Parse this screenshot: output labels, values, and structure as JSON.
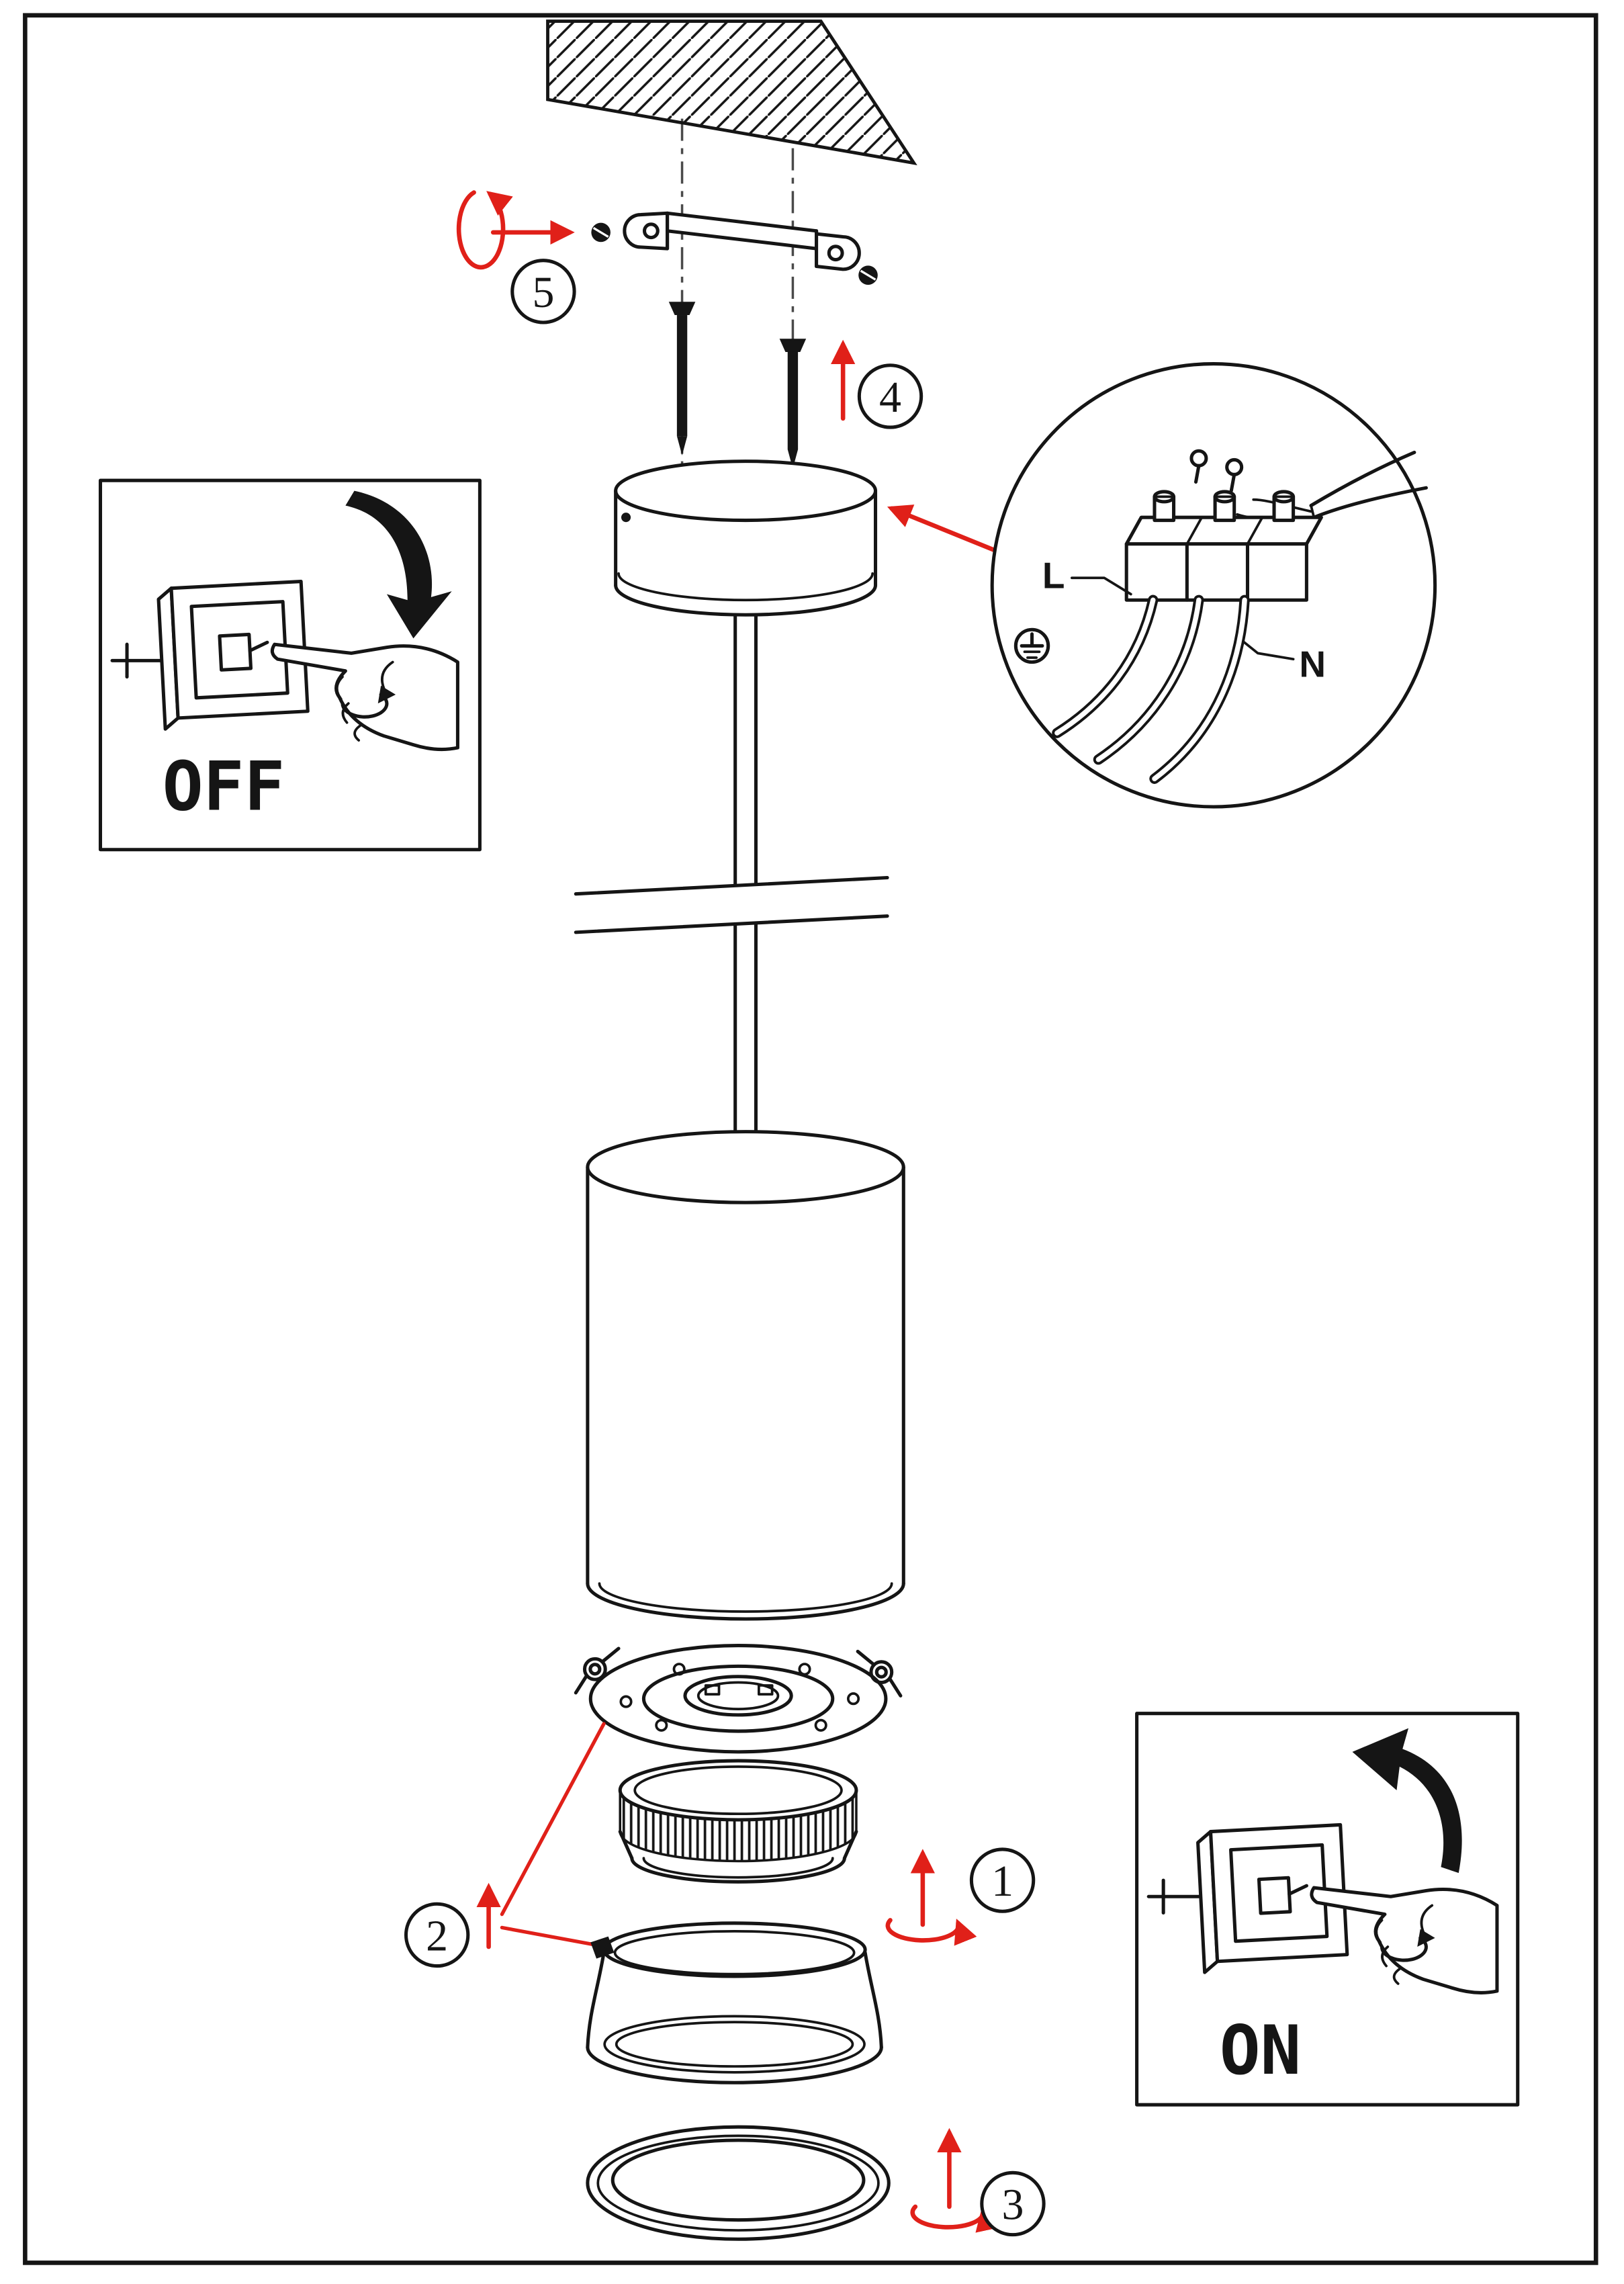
{
  "document": {
    "type": "pendant-light-installation-diagram",
    "colors": {
      "accent_red": "#e02019",
      "ink": "#151515",
      "paper": "#ffffff"
    }
  },
  "labels": {
    "power_off": "OFF",
    "power_on": "ON",
    "wire_live": "L",
    "wire_neutral": "N"
  },
  "steps": [
    {
      "label": "1"
    },
    {
      "label": "2"
    },
    {
      "label": "3"
    },
    {
      "label": "4"
    },
    {
      "label": "5"
    }
  ]
}
